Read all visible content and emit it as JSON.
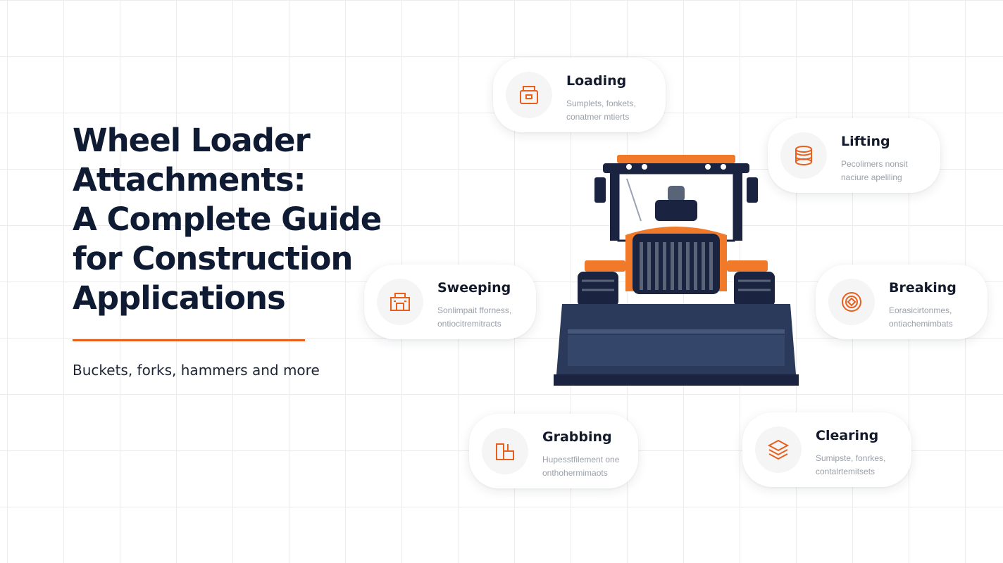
{
  "title_lines": [
    "Wheel Loader",
    "Attachments:",
    "A Complete Guide",
    "for Construction",
    "Applications"
  ],
  "subtitle": "Buckets, forks, hammers and more",
  "colors": {
    "accent": "#e8601c",
    "navy": "#0f1a33",
    "loader_body": "#1a2440",
    "loader_accent": "#f07a2a"
  },
  "cards": [
    {
      "title": "Loading",
      "icon": "box-icon",
      "desc": [
        "Sumplets, fonkets,",
        "conatmer mtierts"
      ]
    },
    {
      "title": "Lifting",
      "icon": "coil-icon",
      "desc": [
        "Pecolimers nonsit",
        "naciure apeliling"
      ]
    },
    {
      "title": "Sweeping",
      "icon": "building-icon",
      "desc": [
        "Sonlimpait fforness,",
        "ontiocitremitracts"
      ]
    },
    {
      "title": "Breaking",
      "icon": "target-icon",
      "desc": [
        "Eorasicirtonmes,",
        "ontiachemimbats"
      ]
    },
    {
      "title": "Grabbing",
      "icon": "blocks-icon",
      "desc": [
        "Hupesstfilement one",
        "onthohermimaots"
      ]
    },
    {
      "title": "Clearing",
      "icon": "layers-icon",
      "desc": [
        "Sumipste, fonrkes,",
        "contalrtemitsets"
      ]
    }
  ]
}
